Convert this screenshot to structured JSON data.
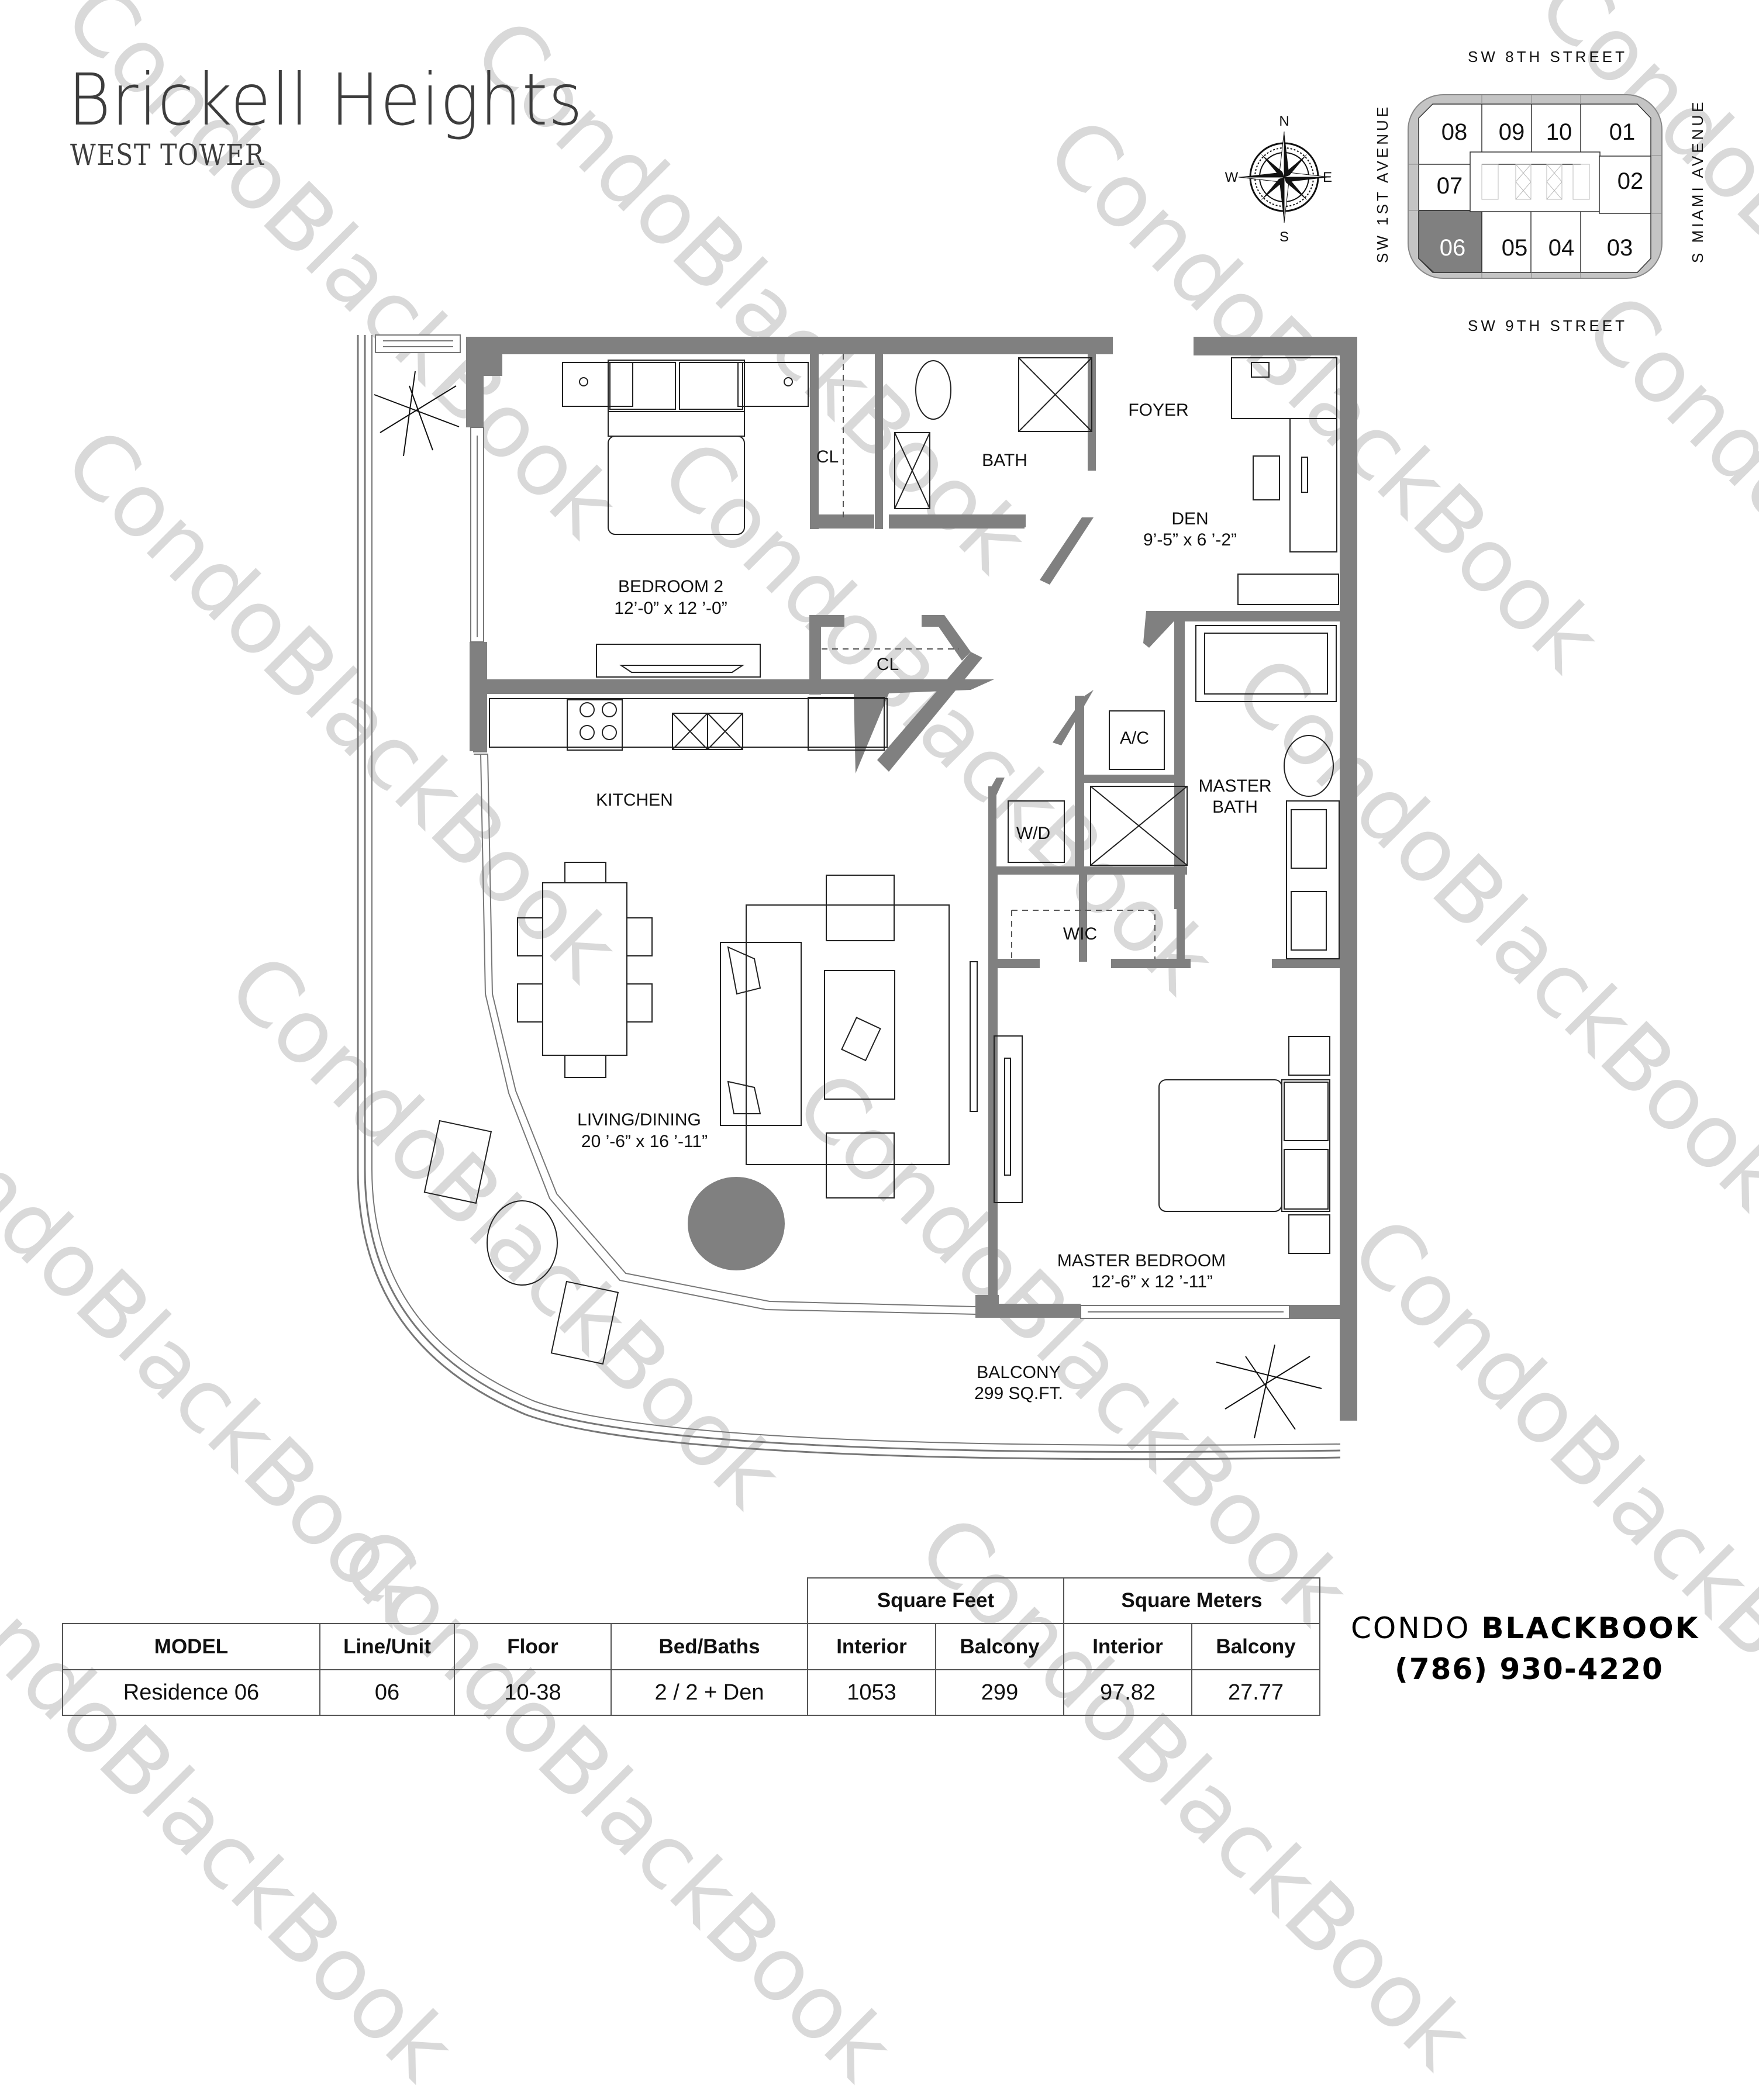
{
  "header": {
    "title": "Brickell Heights",
    "subtitle": "WEST TOWER"
  },
  "compass": {
    "icon": "compass-rose-icon",
    "n": "N",
    "s": "S",
    "e": "E",
    "w": "W"
  },
  "key_plate": {
    "streets": {
      "north": "SW  8TH STREET",
      "south": "SW  9TH STREET",
      "west": "SW  1ST AVENUE",
      "east": "S MIAMI AVENUE"
    },
    "units": [
      "08",
      "09",
      "10",
      "01",
      "07",
      "02",
      "06",
      "05",
      "04",
      "03"
    ],
    "highlighted_unit": "06",
    "highlight_color": "#808080"
  },
  "floor_plan": {
    "wall_color": "#808080",
    "rooms": {
      "bedroom2": {
        "name": "BEDROOM 2",
        "size": "12’-0” x 12 ’-0”"
      },
      "closet1": {
        "name": "CL"
      },
      "closet2": {
        "name": "CL"
      },
      "bath": {
        "name": "BATH"
      },
      "foyer": {
        "name": "FOYER"
      },
      "den": {
        "name": "DEN",
        "size": "9’-5” x 6 ’-2”"
      },
      "kitchen": {
        "name": "KITCHEN"
      },
      "ac": {
        "name": "A/C"
      },
      "wd": {
        "name": "W/D"
      },
      "master_bath": {
        "name1": "MASTER",
        "name2": "BATH"
      },
      "wic": {
        "name": "WIC"
      },
      "living": {
        "name": "LIVING/DINING",
        "size": "20 ’-6” x 16 ’-11”"
      },
      "master_bedroom": {
        "name": "MASTER BEDROOM",
        "size": "12’-6” x 12 ’-11”"
      },
      "balcony": {
        "name": "BALCONY",
        "size": "299 SQ.FT."
      }
    }
  },
  "spec_table": {
    "group_headers": {
      "sqft": "Square Feet",
      "sqm": "Square Meters"
    },
    "columns": [
      "MODEL",
      "Line/Unit",
      "Floor",
      "Bed/Baths",
      "Interior",
      "Balcony",
      "Interior",
      "Balcony"
    ],
    "row": [
      "Residence 06",
      "06",
      "10-38",
      "2 / 2 + Den",
      "1053",
      "299",
      "97.82",
      "27.77"
    ]
  },
  "brand": {
    "name_light": "CONDO ",
    "name_bold": "BLACKBOOK",
    "phone": "(786) 930-4220"
  },
  "watermark": {
    "text": "CondoBlackBook",
    "color": "#d9d9d9"
  }
}
